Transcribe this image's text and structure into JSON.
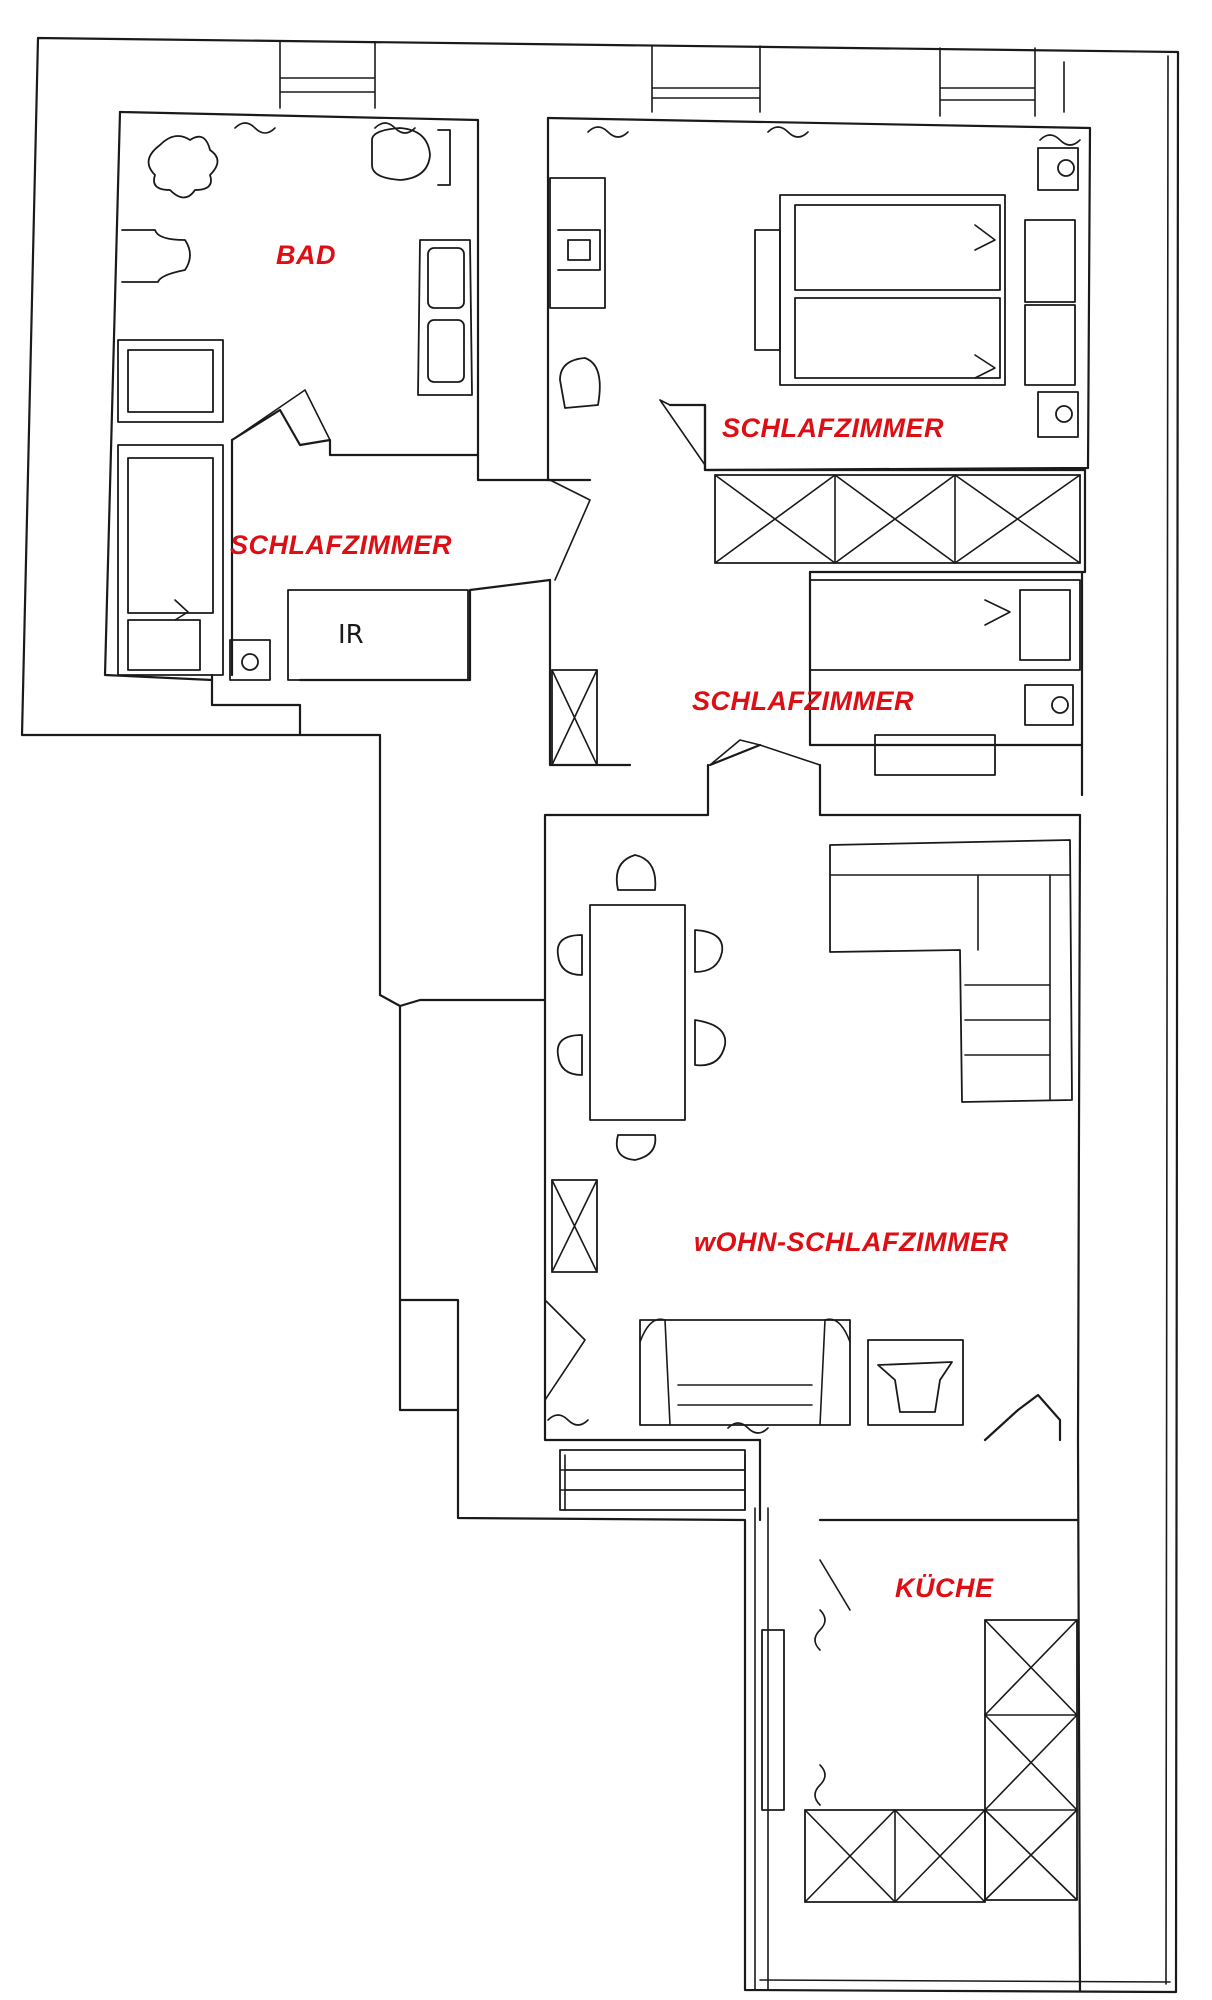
{
  "colors": {
    "label": "#dd0f14",
    "ink": "#1a1a1a",
    "paper": "#ffffff"
  },
  "rooms": {
    "bad": "BAD",
    "schlafzimmer_top_right": "SCHLAFZIMMER",
    "schlafzimmer_left": "SCHLAFZIMMER",
    "schlafzimmer_middle": "SCHLAFZIMMER",
    "wohn_schlafzimmer": "wOHN-SCHLAFZIMMER",
    "kueche": "KÜCHE"
  },
  "misc": {
    "ir": "IR"
  }
}
